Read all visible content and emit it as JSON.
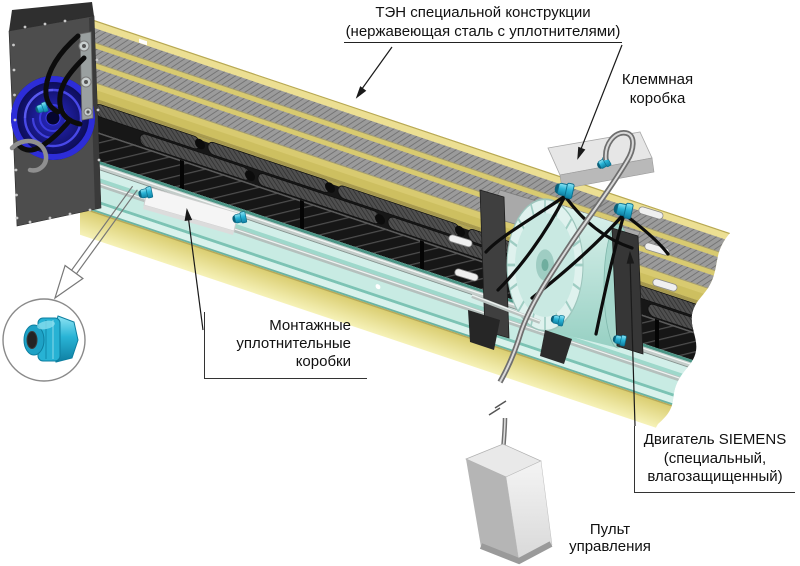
{
  "labels": {
    "ten": {
      "line1": "ТЭН специальной конструкции",
      "line2": "(нержавеющая сталь с уплотнителями)"
    },
    "terminal_box": {
      "line1": "Клеммная",
      "line2": "коробка"
    },
    "mounting_boxes": {
      "line1": "Монтажные",
      "line2": "уплотнительные",
      "line3": "коробки"
    },
    "motor": {
      "line1": "Двигатель SIEMENS",
      "line2": "(специальный,",
      "line3": "влагозащищенный)"
    },
    "control_panel": {
      "line1": "Пульт",
      "line2": "управления"
    }
  },
  "colors": {
    "housing_yellow": "#d8ca70",
    "housing_yellow_bright": "#ecdf93",
    "tray_teal": "#9ed8cb",
    "gland_cyan": "#29b4d6",
    "fan_blue": "#2d2dd8",
    "metal_gray": "#4d4d4d",
    "motor_teal": "#d8f0ea"
  }
}
